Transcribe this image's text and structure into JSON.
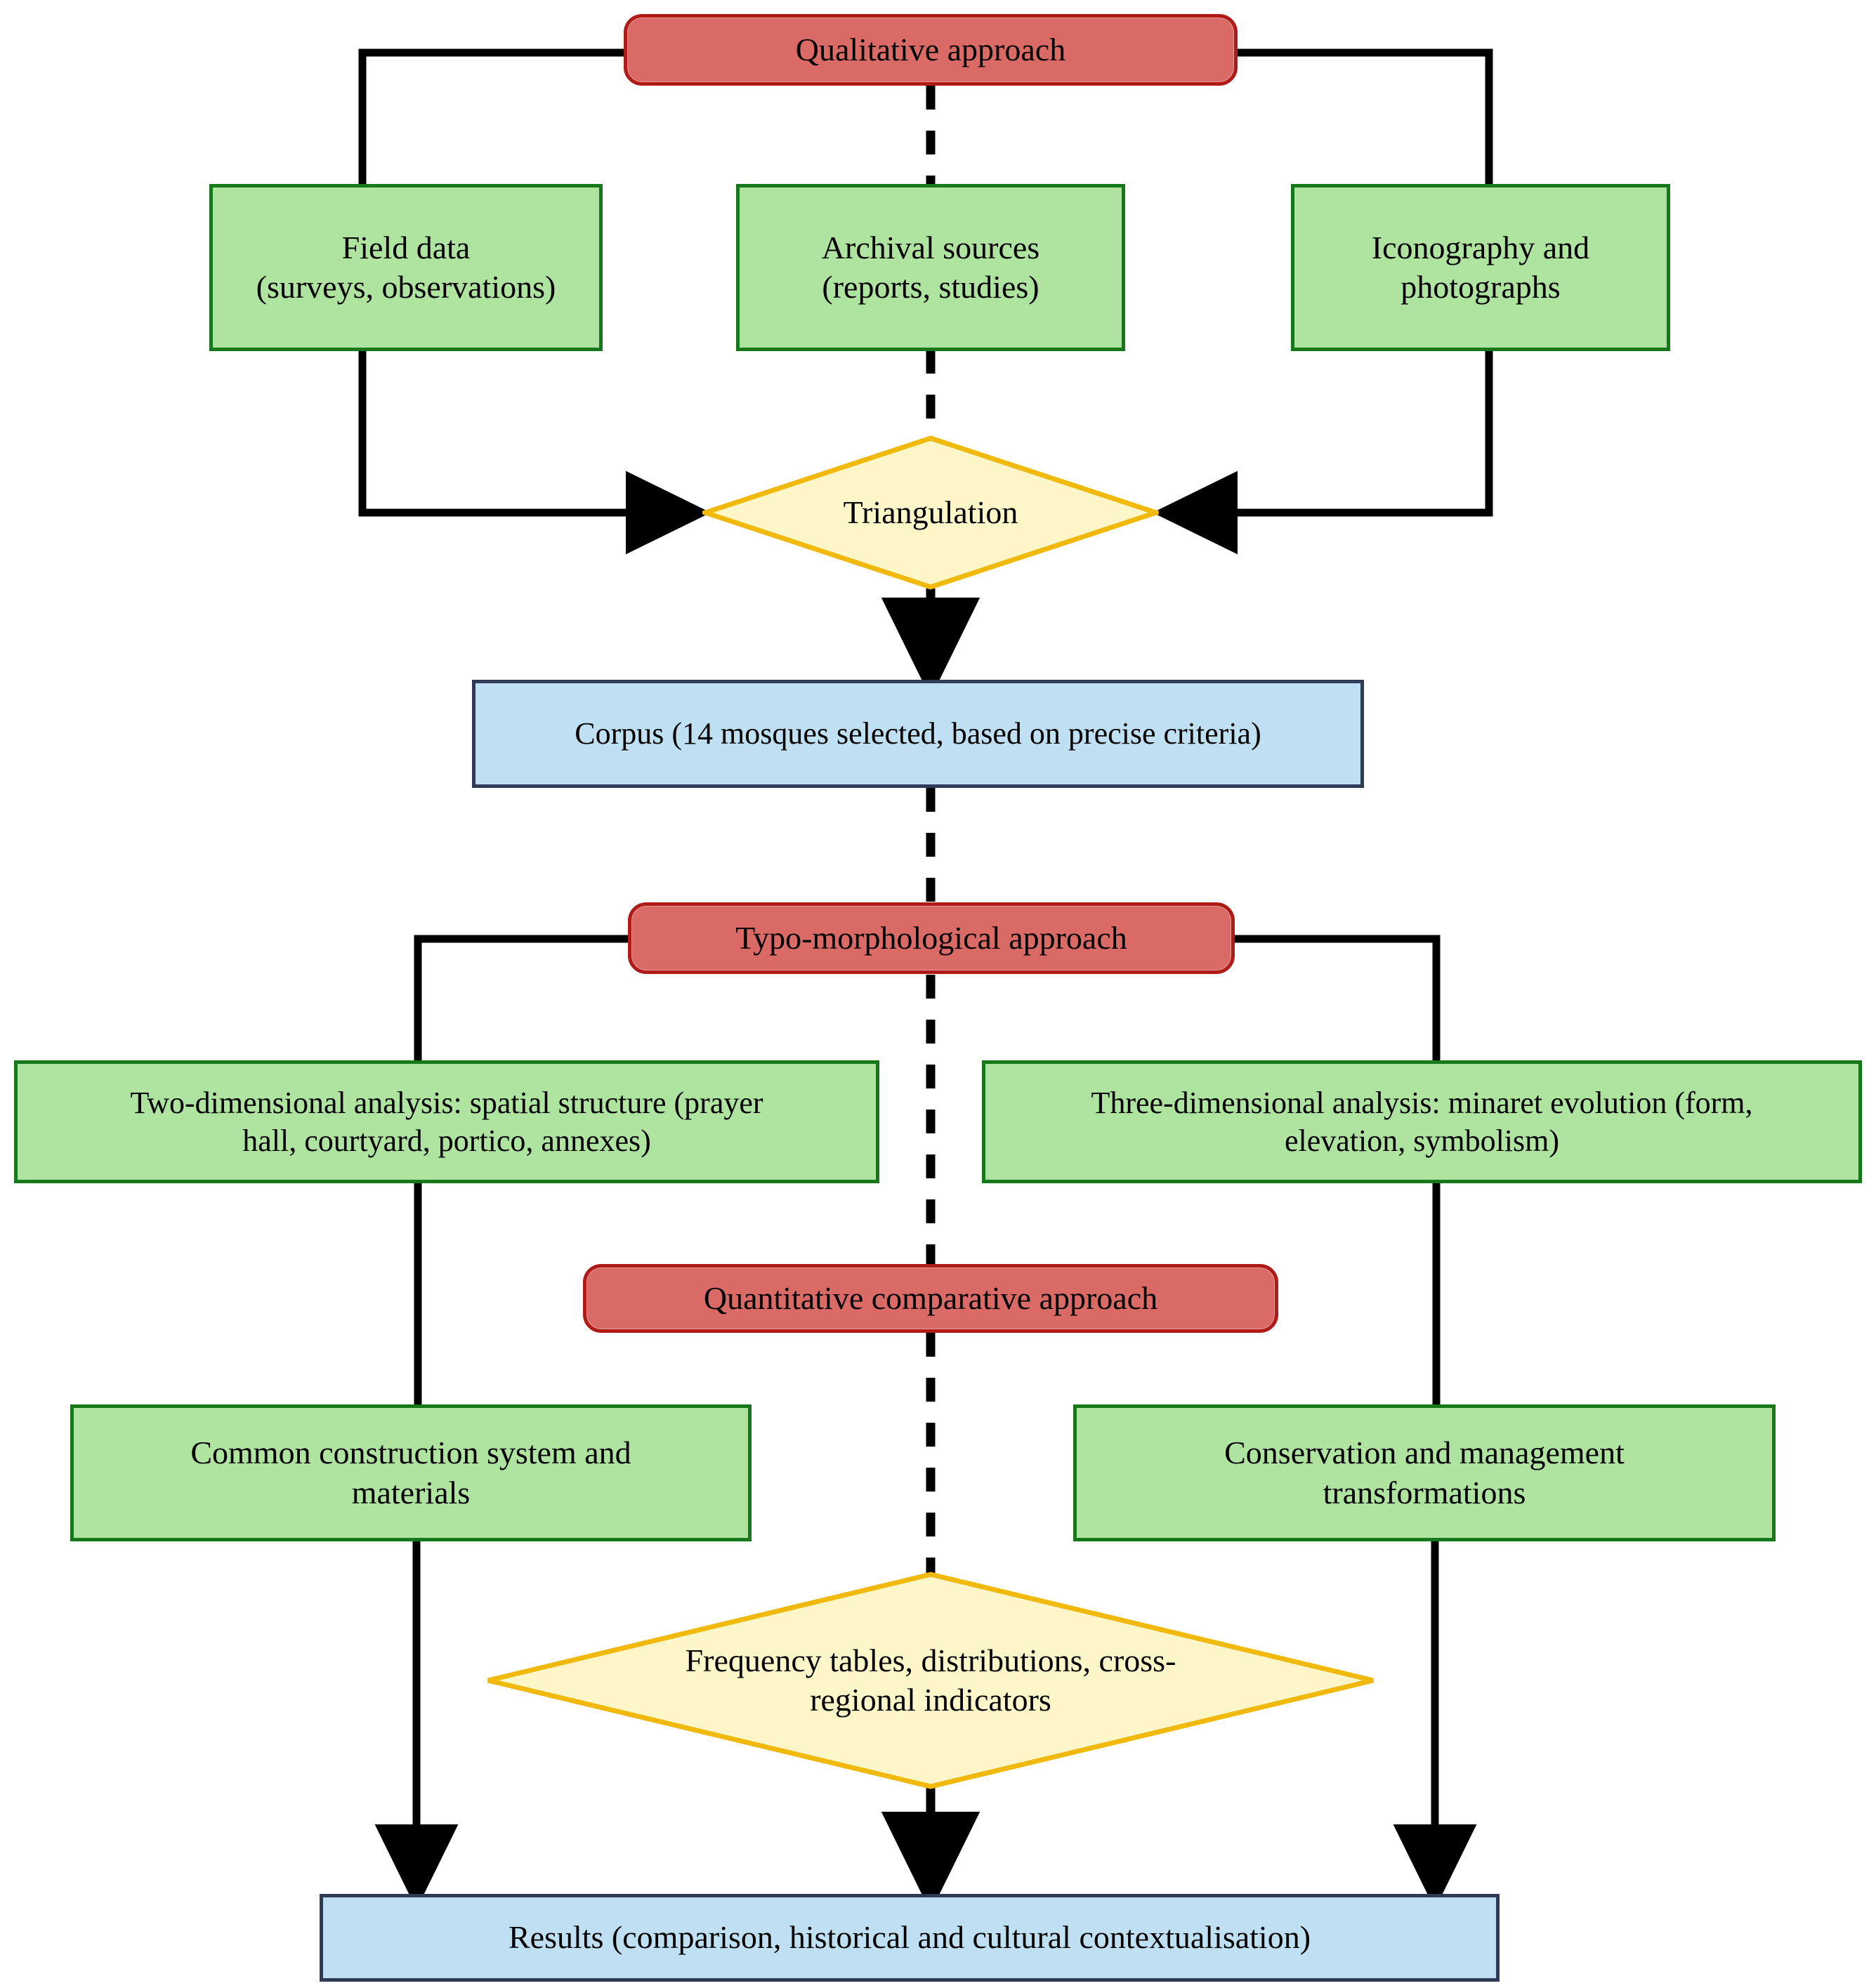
{
  "diagram": {
    "title": "Research methodology flowchart",
    "colors": {
      "red_fill": "#d96a65",
      "red_stroke": "#b01b17",
      "green_fill": "#aee3a0",
      "green_stroke": "#17781b",
      "blue_fill": "#bfe0f2",
      "blue_stroke": "#2f3a57",
      "yellow_fill": "#fdf6c8",
      "yellow_stroke": "#f0b90b",
      "connector": "#000000"
    },
    "nodes": {
      "qualitative_approach": "Qualitative approach",
      "field_data": "Field data\n(surveys, observations)",
      "field_data_line1": "Field data",
      "field_data_line2": "(surveys, observations)",
      "archival_sources_line1": "Archival sources",
      "archival_sources_line2": "(reports, studies)",
      "iconography_line1": "Iconography and",
      "iconography_line2": "photographs",
      "triangulation": "Triangulation",
      "corpus": "Corpus (14 mosques selected, based on precise criteria)",
      "typo_morphological_approach": "Typo-morphological approach",
      "two_dimensional_line1": "Two-dimensional analysis:  spatial structure (prayer",
      "two_dimensional_line2": "hall, courtyard, portico, annexes)",
      "three_dimensional_line1": "Three-dimensional analysis: minaret evolution (form,",
      "three_dimensional_line2": "elevation, symbolism)",
      "quantitative_comparative_approach": "Quantitative comparative approach",
      "common_construction_line1": "Common construction system and",
      "common_construction_line2": "materials",
      "conservation_line1": "Conservation and management",
      "conservation_line2": "transformations",
      "frequency_tables_line1": "Frequency tables, distributions, cross-",
      "frequency_tables_line2": "regional indicators",
      "results": "Results (comparison, historical and cultural contextualisation)"
    },
    "edges": [
      {
        "from": "qualitative-approach",
        "to": "field-data",
        "style": "elbow-left"
      },
      {
        "from": "qualitative-approach",
        "to": "archival-sources",
        "style": "dashed-vertical"
      },
      {
        "from": "qualitative-approach",
        "to": "iconography-photographs",
        "style": "elbow-right"
      },
      {
        "from": "field-data",
        "to": "triangulation",
        "style": "elbow-arrow-right"
      },
      {
        "from": "archival-sources",
        "to": "triangulation",
        "style": "dashed-vertical"
      },
      {
        "from": "iconography-photographs",
        "to": "triangulation",
        "style": "elbow-arrow-left"
      },
      {
        "from": "triangulation",
        "to": "corpus",
        "style": "arrow-down"
      },
      {
        "from": "corpus",
        "to": "typo-morphological-approach",
        "style": "dashed-vertical"
      },
      {
        "from": "typo-morphological-approach",
        "to": "two-dimensional-analysis",
        "style": "elbow-left"
      },
      {
        "from": "typo-morphological-approach",
        "to": "three-dimensional-analysis",
        "style": "elbow-right"
      },
      {
        "from": "typo-morphological-approach",
        "to": "quantitative-comparative-approach",
        "style": "dashed-vertical"
      },
      {
        "from": "two-dimensional-analysis",
        "to": "common-construction",
        "style": "line-down"
      },
      {
        "from": "three-dimensional-analysis",
        "to": "conservation-management",
        "style": "line-down"
      },
      {
        "from": "quantitative-comparative-approach",
        "to": "frequency-tables",
        "style": "dashed-vertical"
      },
      {
        "from": "common-construction",
        "to": "results",
        "style": "arrow-down"
      },
      {
        "from": "conservation-management",
        "to": "results",
        "style": "arrow-down"
      },
      {
        "from": "frequency-tables",
        "to": "results",
        "style": "arrow-down"
      }
    ]
  }
}
